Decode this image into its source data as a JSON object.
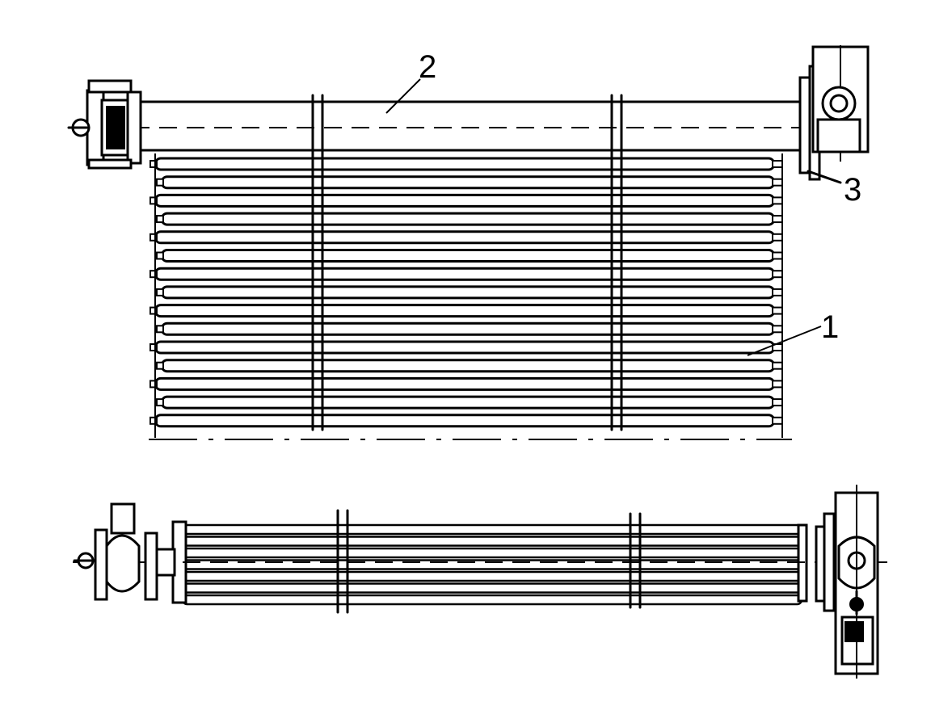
{
  "callouts": {
    "item_1": "1",
    "item_2": "2",
    "item_3": "3"
  },
  "colors": {
    "line": "#000000",
    "background": "#ffffff"
  }
}
